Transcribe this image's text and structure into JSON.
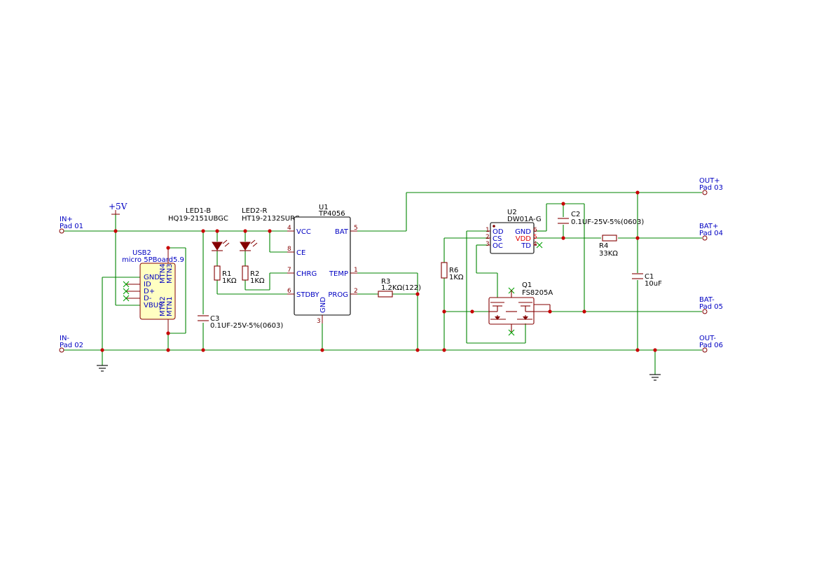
{
  "ports": {
    "in_pos": {
      "name": "IN+",
      "pad": "Pad 01"
    },
    "in_neg": {
      "name": "IN-",
      "pad": "Pad 02"
    },
    "out_pos": {
      "name": "OUT+",
      "pad": "Pad 03"
    },
    "bat_pos": {
      "name": "BAT+",
      "pad": "Pad 04"
    },
    "bat_neg": {
      "name": "BAT-",
      "pad": "Pad 05"
    },
    "out_neg": {
      "name": "OUT-",
      "pad": "Pad 06"
    }
  },
  "power": {
    "v5": "+5V"
  },
  "usb": {
    "ref": "USB2",
    "value": "micro 5PBoard5.9",
    "pins": [
      "GND",
      "ID",
      "D+",
      "D-",
      "VBUS"
    ],
    "mtn": [
      "MTN4",
      "MTN3",
      "MTN2",
      "MTN1"
    ]
  },
  "led1": {
    "ref": "LED1-B",
    "value": "HQ19-2151UBGC"
  },
  "led2": {
    "ref": "LED2-R",
    "value": "HT19-2132SURC"
  },
  "r1": {
    "ref": "R1",
    "value": "1KΩ"
  },
  "r2": {
    "ref": "R2",
    "value": "1KΩ"
  },
  "r3": {
    "ref": "R3",
    "value": "1.2KΩ(122)"
  },
  "r4": {
    "ref": "R4",
    "value": "33KΩ"
  },
  "r6": {
    "ref": "R6",
    "value": "1KΩ"
  },
  "c1": {
    "ref": "C1",
    "value": "10uF"
  },
  "c2": {
    "ref": "C2",
    "value": "0.1UF-25V-5%(0603)"
  },
  "c3": {
    "ref": "C3",
    "value": "0.1UF-25V-5%(0603)"
  },
  "u1": {
    "ref": "U1",
    "value": "TP4056",
    "pins": {
      "vcc": "VCC",
      "ce": "CE",
      "chrg": "CHRG",
      "stdby": "STDBY",
      "bat": "BAT",
      "temp": "TEMP",
      "prog": "PROG",
      "gnd": "GND"
    },
    "nums": {
      "vcc": "4",
      "ce": "8",
      "chrg": "7",
      "stdby": "6",
      "bat": "5",
      "temp": "1",
      "prog": "2",
      "gnd": "3"
    }
  },
  "u2": {
    "ref": "U2",
    "value": "DW01A-G",
    "pins": {
      "od": "OD",
      "cs": "CS",
      "oc": "OC",
      "gnd": "GND",
      "vdd": "VDD",
      "td": "TD"
    },
    "nums": {
      "od": "1",
      "cs": "2",
      "oc": "3",
      "gnd": "6",
      "vdd": "5",
      "td": "4"
    }
  },
  "q1": {
    "ref": "Q1",
    "value": "FS8205A"
  },
  "colors": {
    "wire": "#008400",
    "component": "#840000",
    "junction": "#c80000",
    "label": "#0000c2",
    "vdd_pin": "#e00000"
  }
}
